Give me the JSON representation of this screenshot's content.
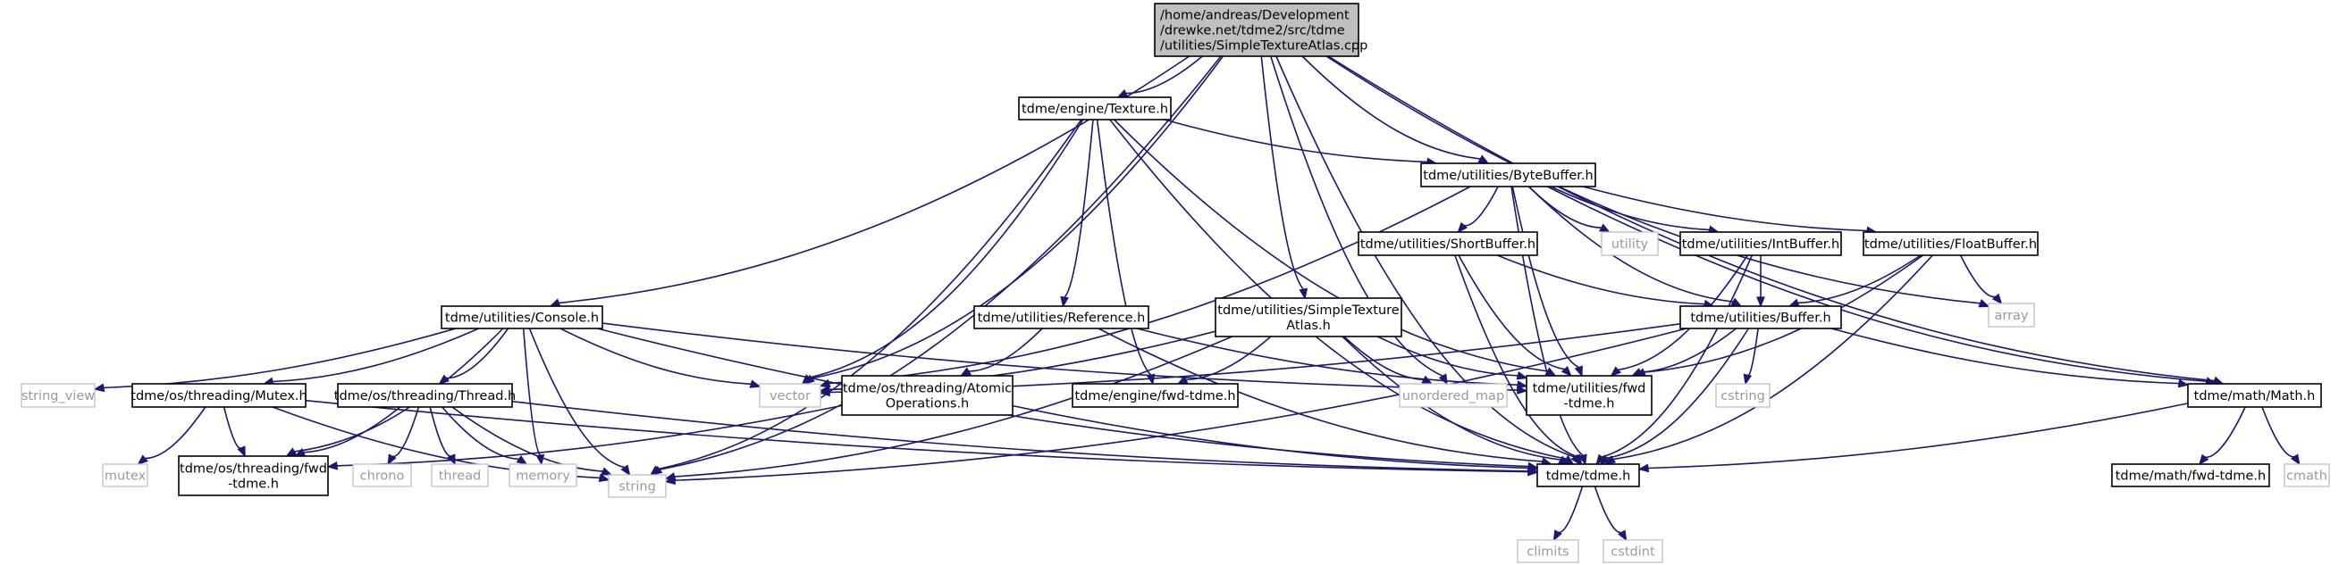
{
  "graph": {
    "nodes": [
      {
        "id": "root",
        "label": [
          "/home/andreas/Development",
          "/drewke.net/tdme2/src/tdme",
          "/utilities/SimpleTextureAtlas.cpp"
        ],
        "kind": "root"
      },
      {
        "id": "texture",
        "label": [
          "tdme/engine/Texture.h"
        ],
        "kind": "file"
      },
      {
        "id": "console",
        "label": [
          "tdme/utilities/Console.h"
        ],
        "kind": "file"
      },
      {
        "id": "vector",
        "label": [
          "vector"
        ],
        "kind": "external"
      },
      {
        "id": "string",
        "label": [
          "string"
        ],
        "kind": "external"
      },
      {
        "id": "simpleatlas",
        "label": [
          "tdme/utilities/SimpleTexture",
          "Atlas.h"
        ],
        "kind": "file"
      },
      {
        "id": "unordered_map",
        "label": [
          "unordered_map"
        ],
        "kind": "external"
      },
      {
        "id": "bytebuffer",
        "label": [
          "tdme/utilities/ByteBuffer.h"
        ],
        "kind": "file"
      },
      {
        "id": "array",
        "label": [
          "array"
        ],
        "kind": "external"
      },
      {
        "id": "math",
        "label": [
          "tdme/math/Math.h"
        ],
        "kind": "file"
      },
      {
        "id": "tdme",
        "label": [
          "tdme/tdme.h"
        ],
        "kind": "file"
      },
      {
        "id": "reference",
        "label": [
          "tdme/utilities/Reference.h"
        ],
        "kind": "file"
      },
      {
        "id": "fwdengine",
        "label": [
          "tdme/engine/fwd-tdme.h"
        ],
        "kind": "file"
      },
      {
        "id": "atomic",
        "label": [
          "tdme/os/threading/Atomic",
          "Operations.h"
        ],
        "kind": "file"
      },
      {
        "id": "fwdutil",
        "label": [
          "tdme/utilities/fwd",
          "-tdme.h"
        ],
        "kind": "file"
      },
      {
        "id": "fwdthread",
        "label": [
          "tdme/os/threading/fwd",
          "-tdme.h"
        ],
        "kind": "file"
      },
      {
        "id": "climits",
        "label": [
          "climits"
        ],
        "kind": "external"
      },
      {
        "id": "cstdint",
        "label": [
          "cstdint"
        ],
        "kind": "external"
      },
      {
        "id": "string_view",
        "label": [
          "string_view"
        ],
        "kind": "external"
      },
      {
        "id": "mutex_h",
        "label": [
          "tdme/os/threading/Mutex.h"
        ],
        "kind": "file"
      },
      {
        "id": "thread_h",
        "label": [
          "tdme/os/threading/Thread.h"
        ],
        "kind": "file"
      },
      {
        "id": "memory",
        "label": [
          "memory"
        ],
        "kind": "external"
      },
      {
        "id": "mutex",
        "label": [
          "mutex"
        ],
        "kind": "external"
      },
      {
        "id": "chrono",
        "label": [
          "chrono"
        ],
        "kind": "external"
      },
      {
        "id": "thread",
        "label": [
          "thread"
        ],
        "kind": "external"
      },
      {
        "id": "buffer",
        "label": [
          "tdme/utilities/Buffer.h"
        ],
        "kind": "file"
      },
      {
        "id": "shortbuffer",
        "label": [
          "tdme/utilities/ShortBuffer.h"
        ],
        "kind": "file"
      },
      {
        "id": "utility",
        "label": [
          "utility"
        ],
        "kind": "external"
      },
      {
        "id": "intbuffer",
        "label": [
          "tdme/utilities/IntBuffer.h"
        ],
        "kind": "file"
      },
      {
        "id": "floatbuffer",
        "label": [
          "tdme/utilities/FloatBuffer.h"
        ],
        "kind": "file"
      },
      {
        "id": "cstring",
        "label": [
          "cstring"
        ],
        "kind": "external"
      },
      {
        "id": "fwdmath",
        "label": [
          "tdme/math/fwd-tdme.h"
        ],
        "kind": "file"
      },
      {
        "id": "cmath",
        "label": [
          "cmath"
        ],
        "kind": "external"
      }
    ],
    "edges": [
      [
        "root",
        "texture"
      ],
      [
        "root",
        "console"
      ],
      [
        "root",
        "vector"
      ],
      [
        "root",
        "string"
      ],
      [
        "root",
        "simpleatlas"
      ],
      [
        "root",
        "unordered_map"
      ],
      [
        "root",
        "bytebuffer"
      ],
      [
        "root",
        "array"
      ],
      [
        "root",
        "math"
      ],
      [
        "root",
        "tdme"
      ],
      [
        "texture",
        "vector"
      ],
      [
        "texture",
        "string"
      ],
      [
        "texture",
        "reference"
      ],
      [
        "texture",
        "fwdengine"
      ],
      [
        "texture",
        "tdme"
      ],
      [
        "texture",
        "bytebuffer"
      ],
      [
        "texture",
        "fwdutil"
      ],
      [
        "console",
        "string_view"
      ],
      [
        "console",
        "mutex_h"
      ],
      [
        "console",
        "thread_h"
      ],
      [
        "console",
        "fwdthread"
      ],
      [
        "console",
        "memory"
      ],
      [
        "console",
        "string"
      ],
      [
        "console",
        "vector"
      ],
      [
        "console",
        "tdme"
      ],
      [
        "console",
        "fwdutil"
      ],
      [
        "simpleatlas",
        "vector"
      ],
      [
        "simpleatlas",
        "fwdengine"
      ],
      [
        "simpleatlas",
        "unordered_map"
      ],
      [
        "simpleatlas",
        "fwdutil"
      ],
      [
        "simpleatlas",
        "tdme"
      ],
      [
        "simpleatlas",
        "string"
      ],
      [
        "bytebuffer",
        "shortbuffer"
      ],
      [
        "bytebuffer",
        "utility"
      ],
      [
        "bytebuffer",
        "intbuffer"
      ],
      [
        "bytebuffer",
        "floatbuffer"
      ],
      [
        "bytebuffer",
        "buffer"
      ],
      [
        "bytebuffer",
        "vector"
      ],
      [
        "bytebuffer",
        "fwdutil"
      ],
      [
        "bytebuffer",
        "math"
      ],
      [
        "bytebuffer",
        "tdme"
      ],
      [
        "reference",
        "atomic"
      ],
      [
        "reference",
        "tdme"
      ],
      [
        "reference",
        "fwdutil"
      ],
      [
        "atomic",
        "fwdthread"
      ],
      [
        "atomic",
        "tdme"
      ],
      [
        "mutex_h",
        "mutex"
      ],
      [
        "mutex_h",
        "fwdthread"
      ],
      [
        "mutex_h",
        "string"
      ],
      [
        "mutex_h",
        "tdme"
      ],
      [
        "thread_h",
        "chrono"
      ],
      [
        "thread_h",
        "thread"
      ],
      [
        "thread_h",
        "memory"
      ],
      [
        "thread_h",
        "fwdthread"
      ],
      [
        "thread_h",
        "string"
      ],
      [
        "thread_h",
        "tdme"
      ],
      [
        "shortbuffer",
        "buffer"
      ],
      [
        "shortbuffer",
        "fwdutil"
      ],
      [
        "shortbuffer",
        "tdme"
      ],
      [
        "intbuffer",
        "buffer"
      ],
      [
        "intbuffer",
        "fwdutil"
      ],
      [
        "intbuffer",
        "tdme"
      ],
      [
        "floatbuffer",
        "buffer"
      ],
      [
        "floatbuffer",
        "array"
      ],
      [
        "floatbuffer",
        "fwdutil"
      ],
      [
        "floatbuffer",
        "tdme"
      ],
      [
        "buffer",
        "vector"
      ],
      [
        "buffer",
        "cstring"
      ],
      [
        "buffer",
        "fwdutil"
      ],
      [
        "buffer",
        "math"
      ],
      [
        "buffer",
        "tdme"
      ],
      [
        "buffer",
        "string"
      ],
      [
        "math",
        "fwdmath"
      ],
      [
        "math",
        "cmath"
      ],
      [
        "math",
        "tdme"
      ],
      [
        "tdme",
        "climits"
      ],
      [
        "tdme",
        "cstdint"
      ]
    ],
    "colors": {
      "edge": "#191970",
      "root_fill": "#bfbfbf",
      "external_border": "#bfbfbf",
      "external_text": "#9a9a9a"
    }
  }
}
